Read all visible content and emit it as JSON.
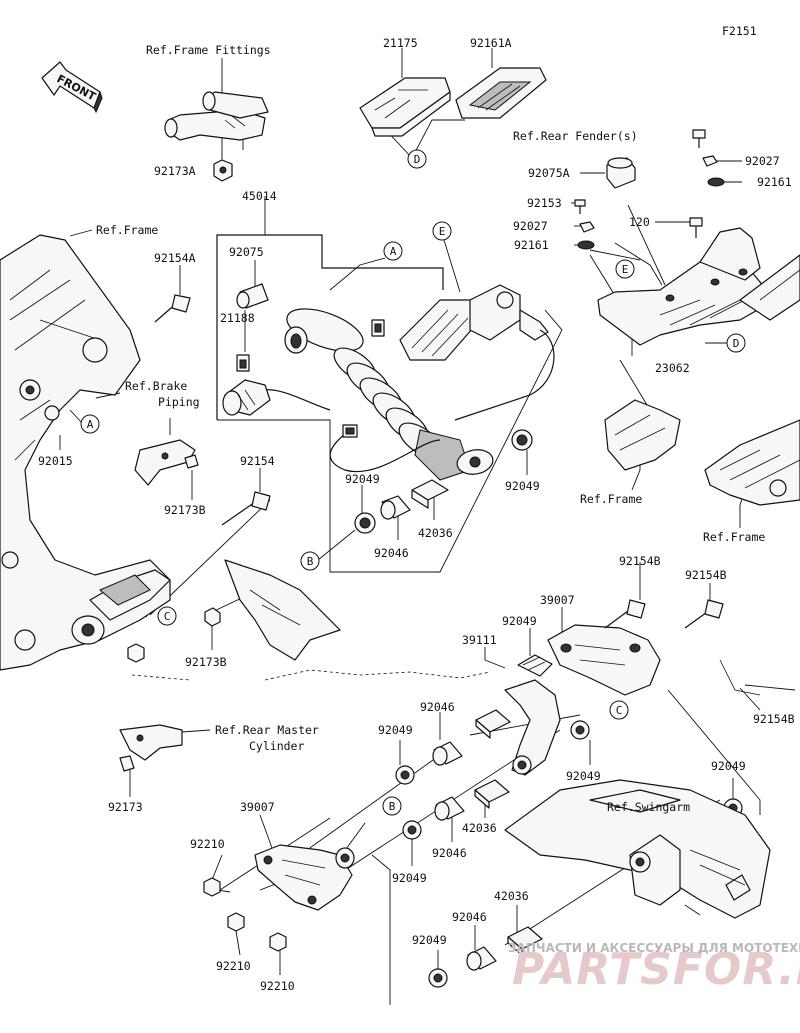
{
  "diagram_code": "F2151",
  "front_label": "FRONT",
  "labels": {
    "ref_frame_fittings": "Ref.Frame Fittings",
    "p21175": "21175",
    "p92161A": "92161A",
    "p92173A": "92173A",
    "ref_rear_fender": "Ref.Rear Fender(s)",
    "p92027_top": "92027",
    "p92075A": "92075A",
    "p92161_top": "92161",
    "p92153": "92153",
    "p120": "120",
    "p92027_mid": "92027",
    "p92161_mid": "92161",
    "p45014": "45014",
    "ref_frame_left": "Ref.Frame",
    "p92154A": "92154A",
    "p92075": "92075",
    "p21188": "21188",
    "p23062": "23062",
    "ref_brake_piping_1": "Ref.Brake",
    "ref_brake_piping_2": "Piping",
    "p92015": "92015",
    "p92049_shock_r": "92049",
    "p92049_shock_l": "92049",
    "ref_frame_mid": "Ref.Frame",
    "p92154": "92154",
    "p92173B_top": "92173B",
    "p92046_shock": "92046",
    "p42036_shock": "42036",
    "ref_frame_right": "Ref.Frame",
    "p92154B_1": "92154B",
    "p92154B_2": "92154B",
    "p39007_upper": "39007",
    "p92049_upper": "92049",
    "p39111": "39111",
    "p92173B_bottom": "92173B",
    "p92154B_right": "92154B",
    "p92046_mid": "92046",
    "p92049_mid_l": "92049",
    "ref_rear_master_1": "Ref.Rear Master",
    "ref_rear_master_2": "Cylinder",
    "p92049_mid_r": "92049",
    "p92049_far_r": "92049",
    "p92173": "92173",
    "ref_swingarm": "Ref.Swingarm",
    "p39007_lower": "39007",
    "p42036_mid": "42036",
    "p92210_1": "92210",
    "p92046_lower": "92046",
    "p92049_lower_l": "92049",
    "p92210_2": "92210",
    "p92210_3": "92210",
    "p42036_lower": "42036",
    "p92046_bottom": "92046",
    "p92049_bottom": "92049"
  },
  "callouts": {
    "A": "A",
    "B": "B",
    "C": "C",
    "D": "D",
    "E": "E"
  },
  "watermark": {
    "caption": "ЗАПЧАСТИ И АКСЕССУАРЫ ДЛЯ МОТОТЕХНИКИ",
    "brand": "PARTSFOR.RU"
  }
}
